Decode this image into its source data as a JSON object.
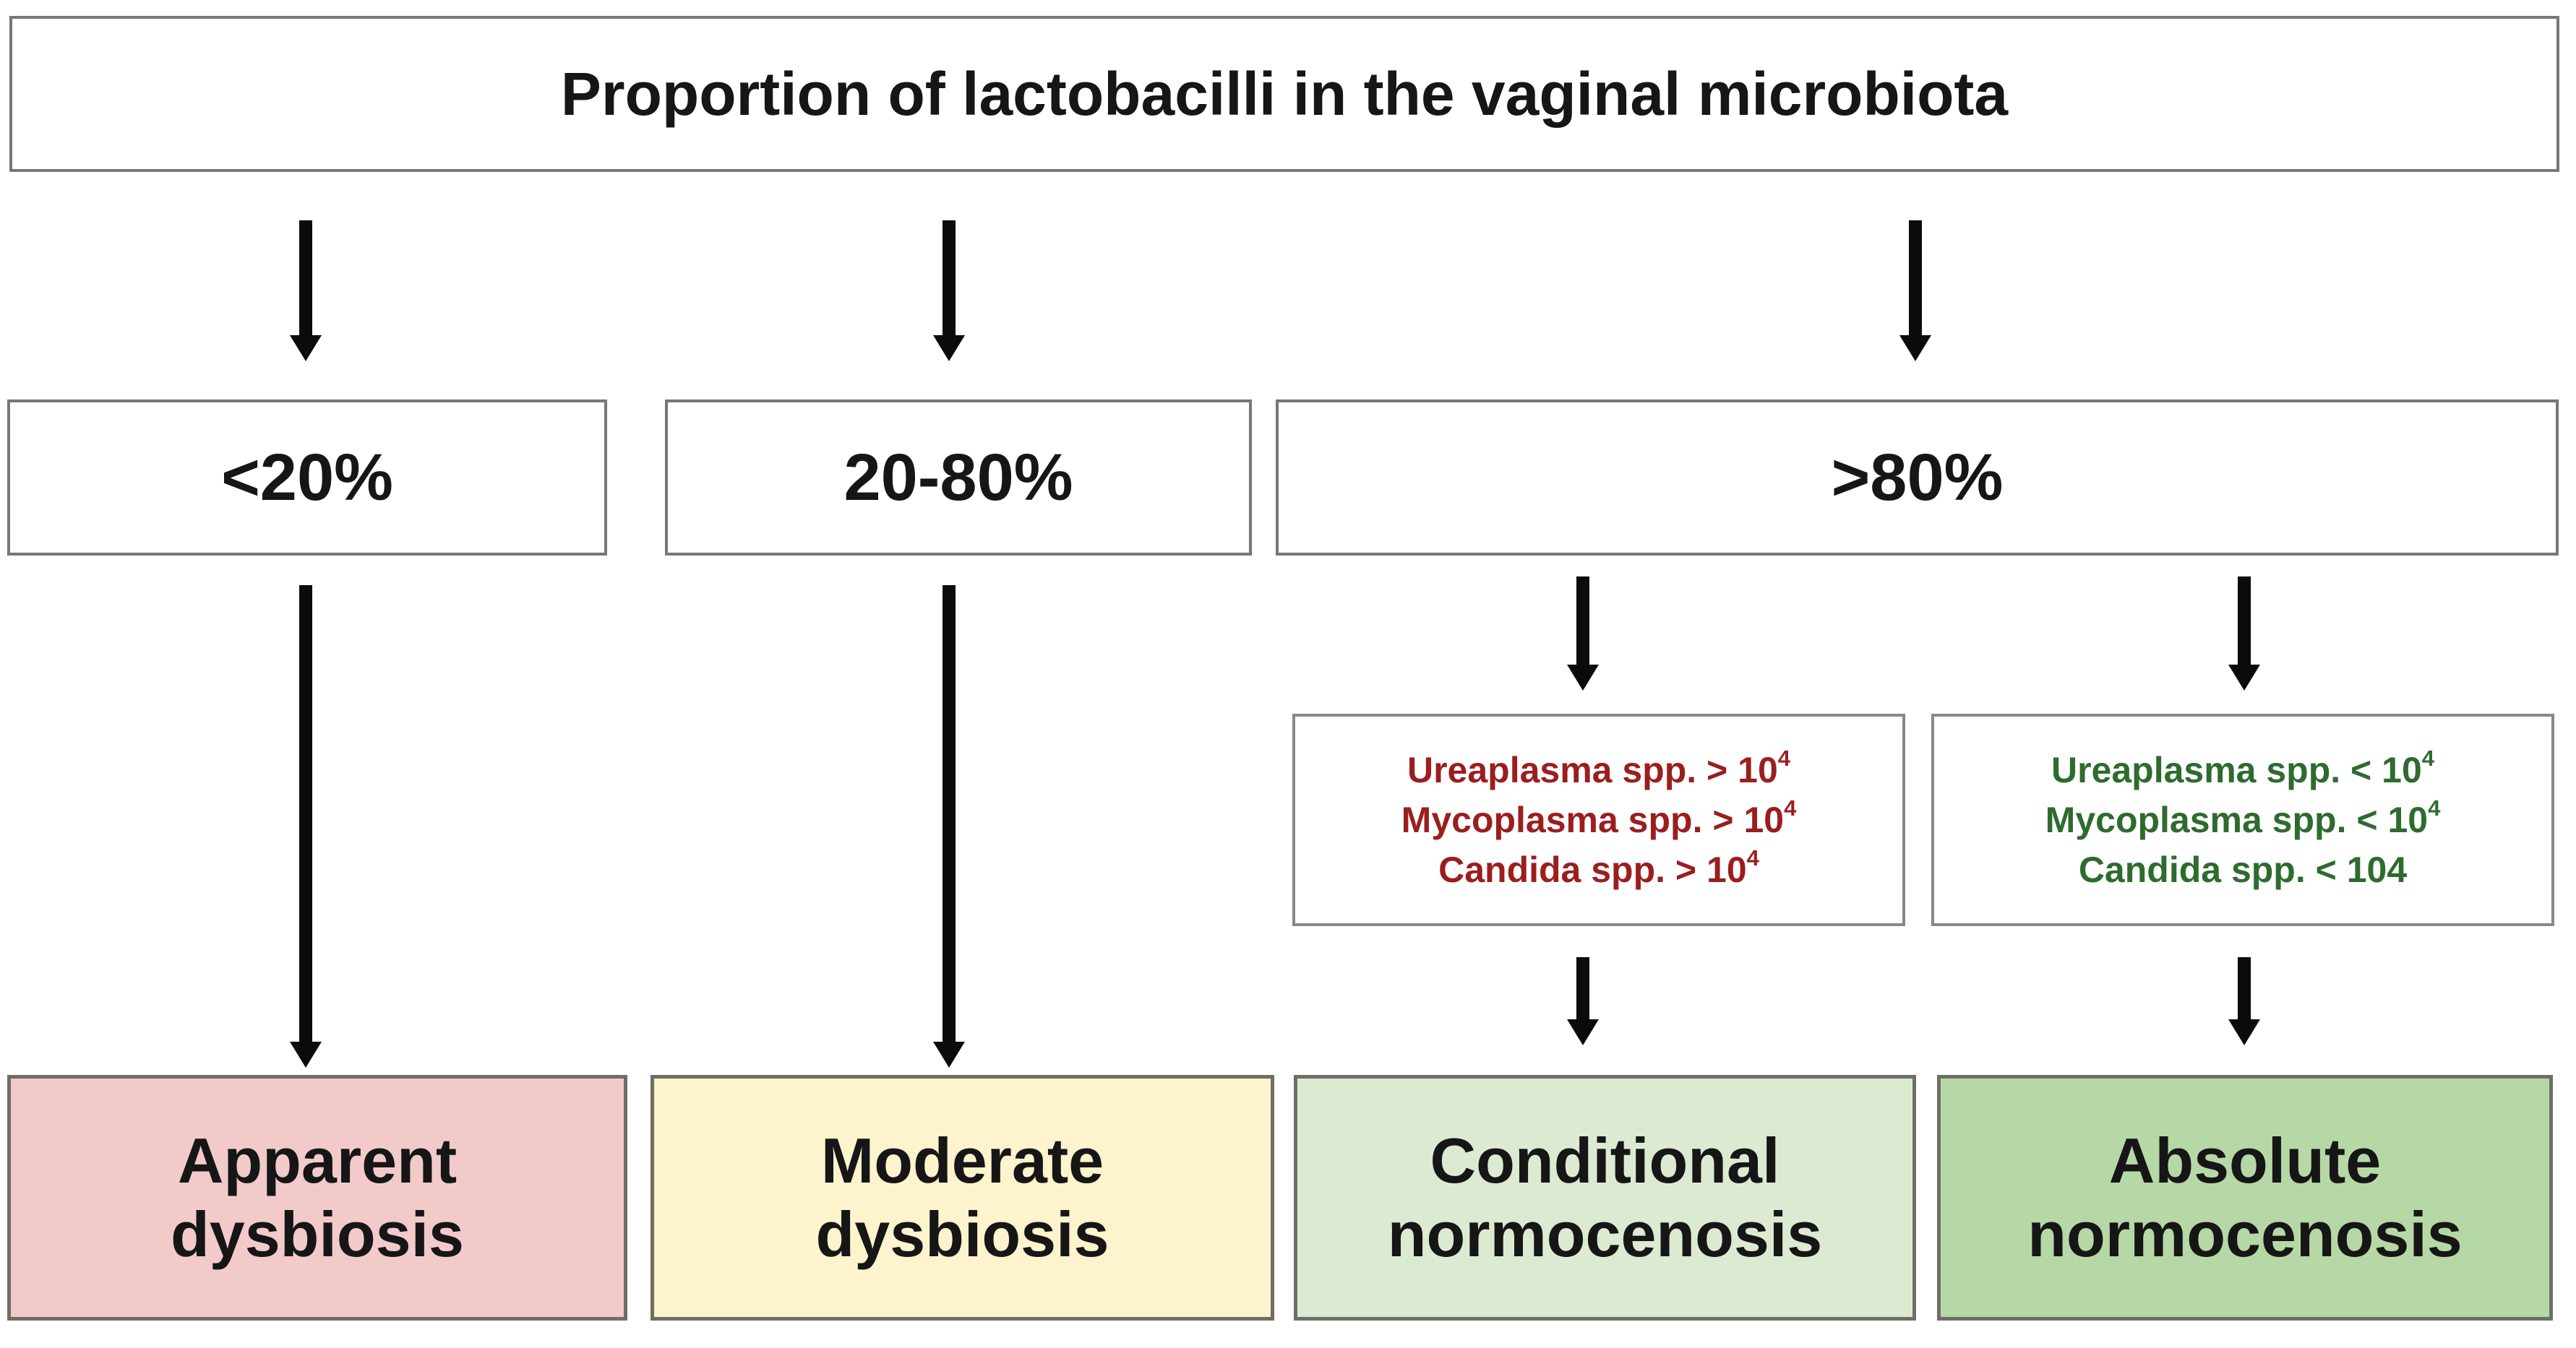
{
  "diagram": {
    "title": "Proportion of lactobacilli in the vaginal microbiota",
    "proportion_boxes": [
      {
        "label": "<20%"
      },
      {
        "label": "20-80%"
      },
      {
        "label": ">80%"
      }
    ],
    "criteria_boxes": [
      {
        "id": "high-titer-criteria",
        "text_color": "#9b1e1e",
        "lines": [
          {
            "text": "Ureaplasma spp. > 10",
            "sup": "4"
          },
          {
            "text": "Mycoplasma spp. > 10",
            "sup": "4"
          },
          {
            "text": "Candida spp. > 10",
            "sup": "4"
          }
        ]
      },
      {
        "id": "low-titer-criteria",
        "text_color": "#2e6b2e",
        "lines": [
          {
            "text": "Ureaplasma spp. < 10",
            "sup": "4"
          },
          {
            "text": "Mycoplasma spp. < 10",
            "sup": "4"
          },
          {
            "text": "Candida spp. < 104",
            "sup": ""
          }
        ]
      }
    ],
    "outcome_boxes": [
      {
        "label": "Apparent dysbiosis",
        "fill": "#f3caca"
      },
      {
        "label": "Moderate dysbiosis",
        "fill": "#fdf3cd"
      },
      {
        "label": "Conditional normocenosis",
        "fill": "#dcead2"
      },
      {
        "label": "Absolute normocenosis",
        "fill": "#b6d8a6"
      }
    ],
    "arrow_color": "#0b0b0b",
    "box_border_color": "#777777",
    "outcome_border_color": "#6e6e66"
  }
}
